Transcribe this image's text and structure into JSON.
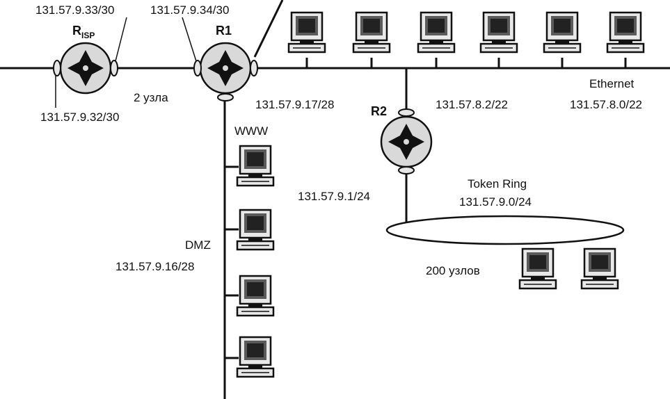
{
  "routers": {
    "risp": {
      "label": "R",
      "sub": "ISP"
    },
    "r1": {
      "label": "R1"
    },
    "r2": {
      "label": "R2"
    }
  },
  "interfaces": {
    "risp_right": "131.57.9.33/30",
    "r1_left": "131.57.9.34/30",
    "risp_left": "131.57.9.32/30",
    "r1_bottom": "131.57.9.17/28",
    "r2_top": "131.57.8.2/22",
    "r2_bottom": "131.57.9.1/24"
  },
  "links": {
    "isp_r1_hosts": "2 узла"
  },
  "networks": {
    "ethernet": {
      "name": "Ethernet",
      "addr": "131.57.8.0/22"
    },
    "token_ring": {
      "name": "Token Ring",
      "addr": "131.57.9.0/24",
      "hosts": "200 узлов"
    },
    "dmz": {
      "name": "DMZ",
      "addr": "131.57.9.16/28",
      "www": "WWW"
    }
  }
}
